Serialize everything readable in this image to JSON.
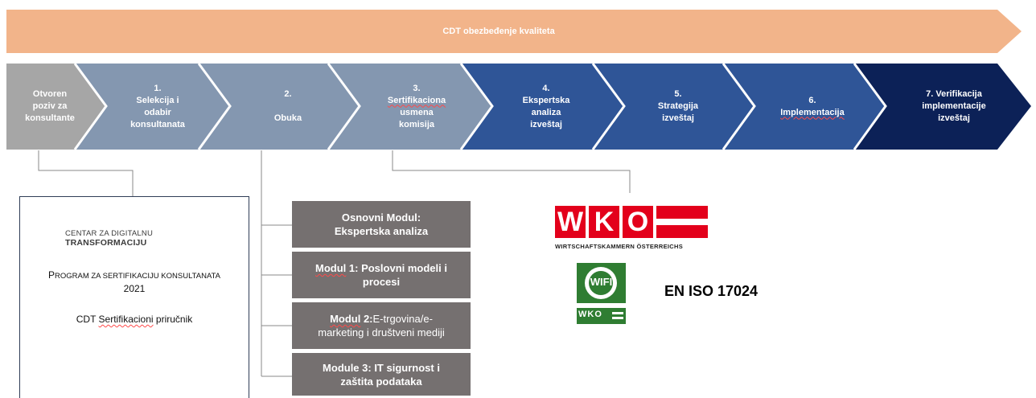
{
  "quality_banner": {
    "label": "CDT obezbeđenje kvaliteta",
    "color": "#f2b48a"
  },
  "steps": [
    {
      "lines": [
        "Otvoren",
        "poziv za",
        "konsultante"
      ],
      "color": "#a6a6a6"
    },
    {
      "lines": [
        "1.",
        "Selekcija i",
        "odabir",
        "konsultanata"
      ],
      "color": "#8497b0"
    },
    {
      "lines": [
        "2.",
        "",
        "Obuka"
      ],
      "color": "#8497b0"
    },
    {
      "lines": [
        "3.",
        "Sertifikaciona",
        "usmena",
        "komisija"
      ],
      "color": "#8497b0"
    },
    {
      "lines": [
        "4.",
        "Ekspertska",
        "analiza",
        "izveštaj"
      ],
      "color": "#2f5597"
    },
    {
      "lines": [
        "5.",
        "Strategija",
        "izveštaj"
      ],
      "color": "#2f5597"
    },
    {
      "lines": [
        "6.",
        "Implementacija"
      ],
      "color": "#2f5597"
    },
    {
      "lines": [
        "7. Verifikacija",
        "implementacije",
        "izveštaj"
      ],
      "color": "#0c2157"
    }
  ],
  "document": {
    "logo_line1": "CENTAR ZA DIGITALNU",
    "logo_line2": "TRANSFORMACIJU",
    "program_prefix": "P",
    "program_rest": "ROGRAM ZA SERTIFIKACIJU KONSULTANATA",
    "year": "2021",
    "handbook_1": "CDT ",
    "handbook_2": "Sertifikacioni",
    "handbook_3": " priručnik"
  },
  "modules": [
    {
      "title": "Osnovni Modul:",
      "rest": "Ekspertska analiza"
    },
    {
      "title": "Modul",
      "title2": " 1: Poslovni modeli i",
      "rest": "procesi"
    },
    {
      "title": "Modul",
      "title2": " 2:",
      "inline": "E-trgovina/e-",
      "rest": "marketing i društveni mediji"
    },
    {
      "title": "Module 3: IT sigurnost i",
      "rest": "zaštita podataka"
    }
  ],
  "wko": {
    "letters": [
      "W",
      "K",
      "O"
    ],
    "caption": "WIRTSCHAFTSKAMMERN ÖSTERREICHS",
    "color": "#e3001b"
  },
  "wifi": {
    "label": "WIFI",
    "sub": "WKO",
    "color": "#2f7d32"
  },
  "standard": "EN ISO 17024"
}
